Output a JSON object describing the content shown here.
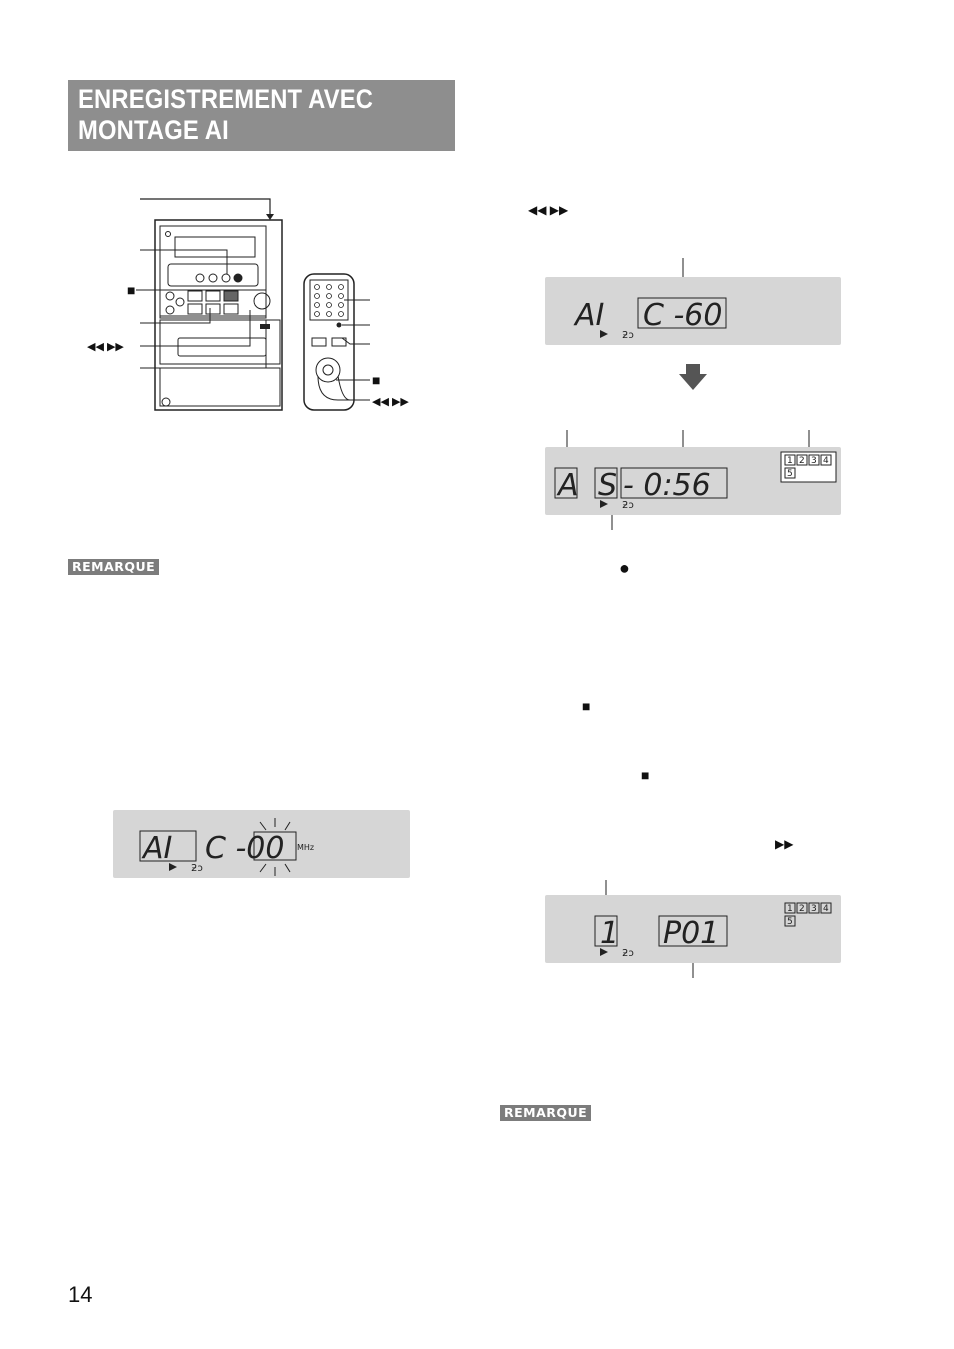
{
  "title": {
    "line1": "ENREGISTREMENT AVEC",
    "line2": "MONTAGE AI"
  },
  "remarque_labels": [
    "REMARQUE",
    "REMARQUE"
  ],
  "page_number": "14",
  "device_labels": {
    "stop": "■",
    "rew_ff": "◀◀  ▶▶",
    "remote_stop": "■",
    "remote_rew_ff": "◀◀  ▶▶"
  },
  "text_glyphs": {
    "rew_ff_top": "◀◀      ▶▶",
    "record_dot": "●",
    "stop_1": "■",
    "stop_2": "■",
    "ff_only": "▶▶"
  },
  "lcd_displays": {
    "d1": {
      "left": "AI",
      "right": "C -00",
      "unit": "MHz"
    },
    "d2": {
      "left": "AI",
      "right": "C -60"
    },
    "d3": {
      "a": "A",
      "s": "S",
      "time": "- 0:56",
      "tracks_row1": [
        "1",
        "2",
        "3",
        "4"
      ],
      "tracks_row2": [
        "5"
      ]
    },
    "d4": {
      "left": "1",
      "right": "P01",
      "tracks_row1": [
        "1",
        "2",
        "3",
        "4"
      ],
      "tracks_row2": [
        "5"
      ]
    }
  }
}
